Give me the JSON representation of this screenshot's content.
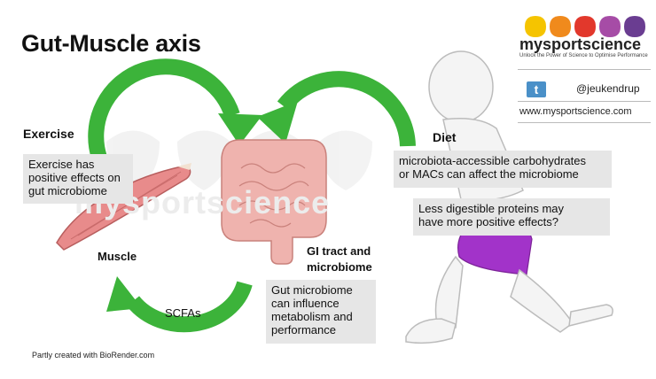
{
  "title": "Gut-Muscle axis",
  "labels": {
    "exercise": "Exercise",
    "diet": "Diet",
    "muscle": "Muscle",
    "gi_line1": "GI tract and",
    "gi_line2": "microbiome",
    "scfas": "SCFAs"
  },
  "boxes": {
    "exercise": [
      "Exercise has",
      "positive effects on",
      "gut microbiome"
    ],
    "diet1": [
      "microbiota-accessible carbohydrates",
      "or MACs can affect the microbiome"
    ],
    "diet2": [
      "Less digestible proteins may",
      "have more positive effects?"
    ],
    "gut": [
      "Gut microbiome",
      "can influence",
      "metabolism and",
      "performance"
    ]
  },
  "watermark": "mysportscience",
  "brand": {
    "name": "mysportscience",
    "tagline": "Unlock the Power of Science to Optimise Performance",
    "twitter_handle": "@jeukendrup",
    "website": "www.mysportscience.com",
    "drop_colors": [
      "#f5c400",
      "#f08a1c",
      "#e2382c",
      "#a64ca6",
      "#6a3d91"
    ]
  },
  "footer": "Partly created with BioRender.com",
  "colors": {
    "arrow": "#3cb33a",
    "muscle": "#e88b8b",
    "gut": "#efb3ae",
    "shorts": "#a233c9"
  }
}
